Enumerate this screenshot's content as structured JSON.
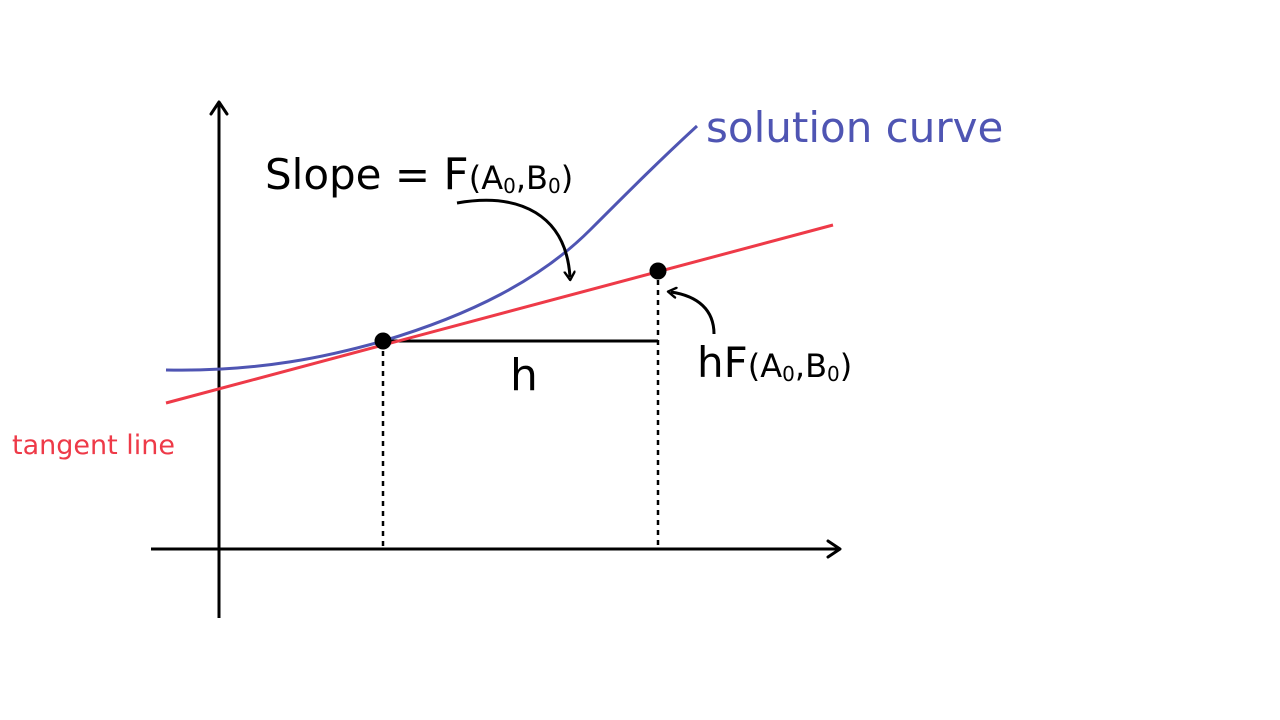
{
  "colors": {
    "curve": "#4f55b3",
    "tangent": "#ee3a48",
    "ink": "#000000",
    "background": "#ffffff"
  },
  "labels": {
    "curve_label": "solution curve",
    "tangent_label": "tangent line",
    "slope_prefix": "Slope = ",
    "slope_F": "F",
    "slope_args_open": "(A",
    "slope_args_sub0": "0",
    "slope_args_mid": ",B",
    "slope_args_sub1": "0",
    "slope_args_close": ")",
    "step": "h",
    "rise_prefix": "hF",
    "rise_args_open": "(A",
    "rise_args_sub0": "0",
    "rise_args_mid": ",B",
    "rise_args_sub1": "0",
    "rise_args_close": ")"
  },
  "icons": {
    "axes": "arrow-axes",
    "points": "filled-dot",
    "pointer": "curved-arrow"
  }
}
